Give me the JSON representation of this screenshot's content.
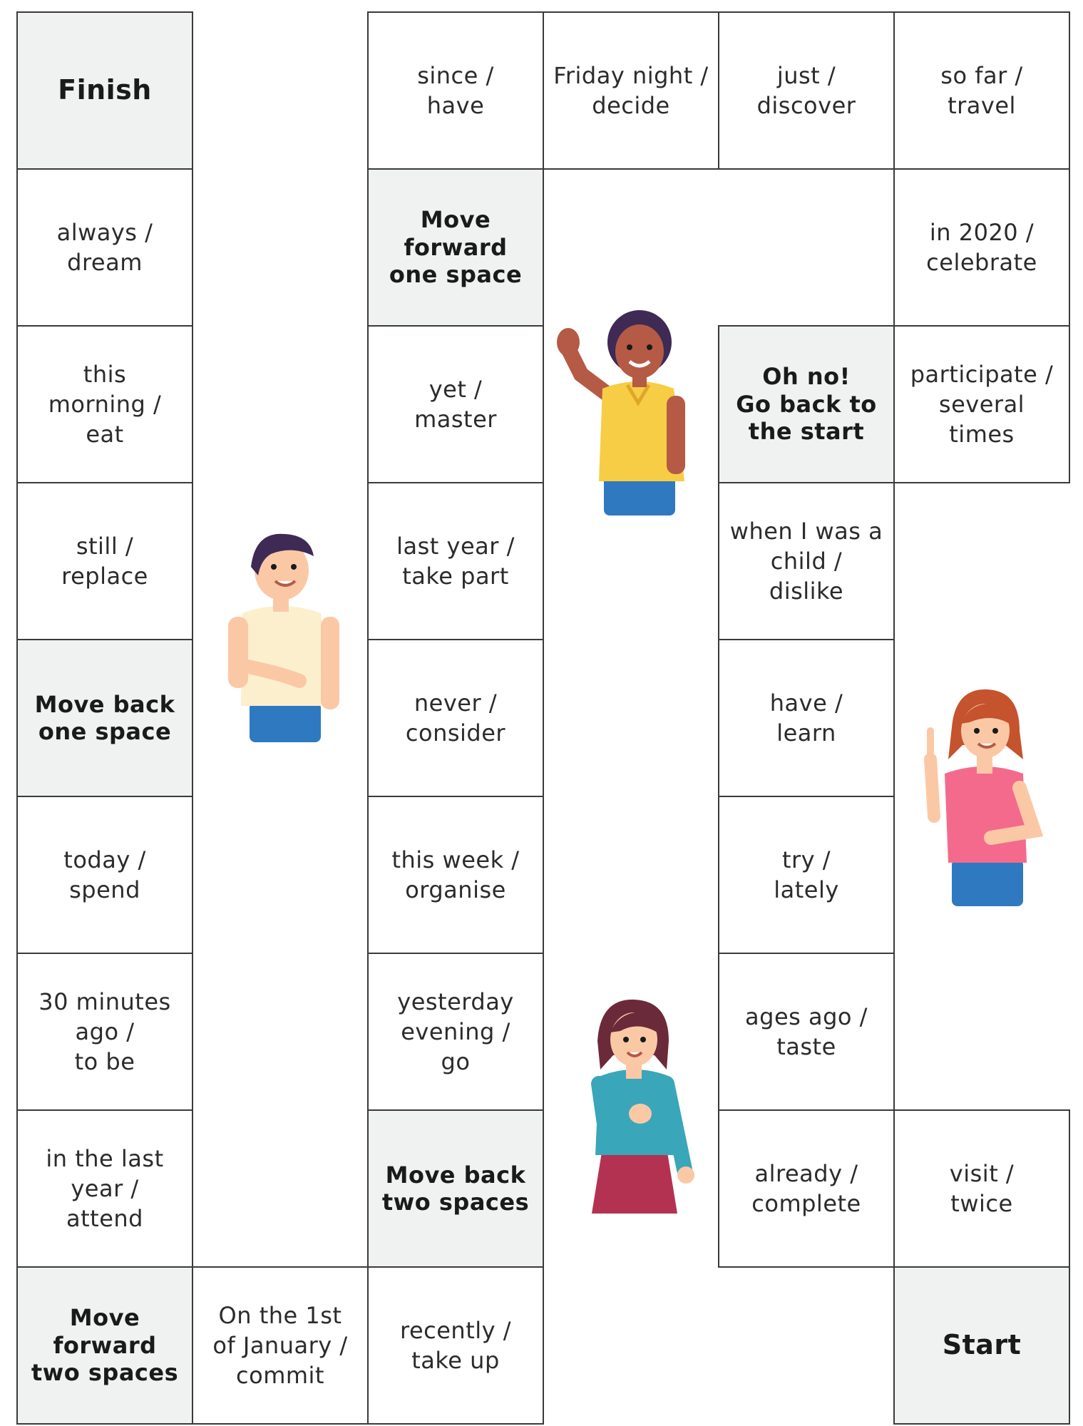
{
  "board": {
    "cells": [
      {
        "id": "finish",
        "text": "Finish",
        "special": true,
        "big": true
      },
      {
        "id": "since-have",
        "text": "since /\nhave"
      },
      {
        "id": "friday-night-decide",
        "text": "Friday night /\ndecide"
      },
      {
        "id": "just-discover",
        "text": "just /\ndiscover"
      },
      {
        "id": "so-far-travel",
        "text": "so far /\ntravel"
      },
      {
        "id": "always-dream",
        "text": "always /\ndream"
      },
      {
        "id": "move-forward-one",
        "text": "Move\nforward\none space",
        "special": true
      },
      {
        "id": "in-2020-celebrate",
        "text": "in 2020 /\ncelebrate"
      },
      {
        "id": "this-morning-eat",
        "text": "this\nmorning /\neat"
      },
      {
        "id": "yet-master",
        "text": "yet /\nmaster"
      },
      {
        "id": "oh-no-back-to-start",
        "text": "Oh no!\nGo back to\nthe start",
        "special": true
      },
      {
        "id": "participate-several-times",
        "text": "participate /\nseveral\ntimes"
      },
      {
        "id": "still-replace",
        "text": "still /\nreplace"
      },
      {
        "id": "last-year-take-part",
        "text": "last year /\ntake part"
      },
      {
        "id": "when-child-dislike",
        "text": "when I was a\nchild /\ndislike"
      },
      {
        "id": "move-back-one",
        "text": "Move back\none space",
        "special": true
      },
      {
        "id": "never-consider",
        "text": "never /\nconsider"
      },
      {
        "id": "have-learn",
        "text": "have /\nlearn"
      },
      {
        "id": "today-spend",
        "text": "today /\nspend"
      },
      {
        "id": "this-week-organise",
        "text": "this week /\norganise"
      },
      {
        "id": "try-lately",
        "text": "try /\nlately"
      },
      {
        "id": "30-minutes-ago-to-be",
        "text": "30 minutes\nago /\nto be"
      },
      {
        "id": "yesterday-evening-go",
        "text": "yesterday\nevening /\ngo"
      },
      {
        "id": "ages-ago-taste",
        "text": "ages ago /\ntaste"
      },
      {
        "id": "in-the-last-year-attend",
        "text": "in the last\nyear /\nattend"
      },
      {
        "id": "move-back-two",
        "text": "Move back\ntwo spaces",
        "special": true
      },
      {
        "id": "already-complete",
        "text": "already /\ncomplete"
      },
      {
        "id": "visit-twice",
        "text": "visit /\ntwice"
      },
      {
        "id": "move-forward-two",
        "text": "Move\nforward\ntwo spaces",
        "special": true
      },
      {
        "id": "1st-january-commit",
        "text": "On the 1st\nof January /\ncommit"
      },
      {
        "id": "recently-take-up",
        "text": "recently /\ntake up"
      },
      {
        "id": "start",
        "text": "Start",
        "special": true,
        "big": true
      }
    ]
  },
  "colors": {
    "border": "#3a3a3a",
    "special_fill": "#f0f1f1",
    "skin_light": "#fbc8a6",
    "skin_dark": "#b55a45",
    "hair_dark": "#3e2a55",
    "hair_red": "#c5532e",
    "hair_brown": "#6b2a3a",
    "shirt_yellow": "#f7cd45",
    "shirt_cream": "#fbefcd",
    "shirt_pink": "#f46a8d",
    "shirt_teal": "#3aa6b9",
    "jeans_blue": "#2f79c0",
    "skirt_red": "#b33252"
  },
  "characters": [
    {
      "id": "boy-yellow-shirt",
      "icon": "waving-boy"
    },
    {
      "id": "boy-cream-shirt",
      "icon": "smiling-boy"
    },
    {
      "id": "girl-pink-shirt",
      "icon": "pointing-girl"
    },
    {
      "id": "girl-teal-shirt",
      "icon": "girl-hand-on-chest"
    }
  ]
}
